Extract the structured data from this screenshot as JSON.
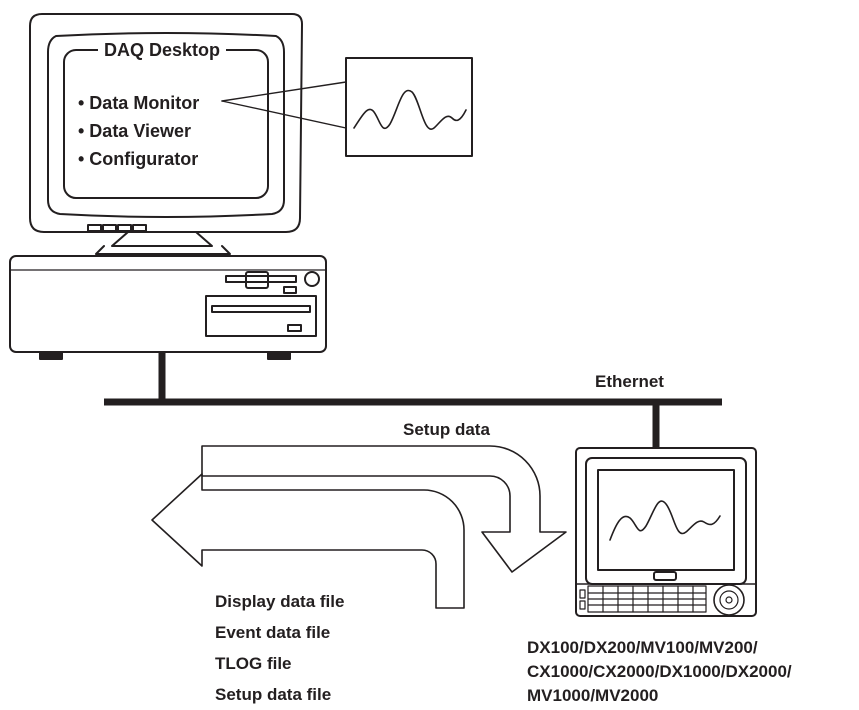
{
  "software": {
    "title": "DAQ Desktop",
    "features": [
      "• Data Monitor",
      "• Data Viewer",
      "• Configurator"
    ]
  },
  "network": {
    "label": "Ethernet"
  },
  "flows": {
    "to_recorder": "Setup data",
    "from_recorder": [
      "Display data file",
      "Event data file",
      "TLOG file",
      "Setup data file"
    ]
  },
  "recorder": {
    "models": [
      "DX100/DX200/MV100/MV200/",
      "CX1000/CX2000/DX1000/DX2000/",
      "MV1000/MV2000"
    ]
  },
  "colors": {
    "line": "#231f20",
    "background": "#ffffff"
  }
}
